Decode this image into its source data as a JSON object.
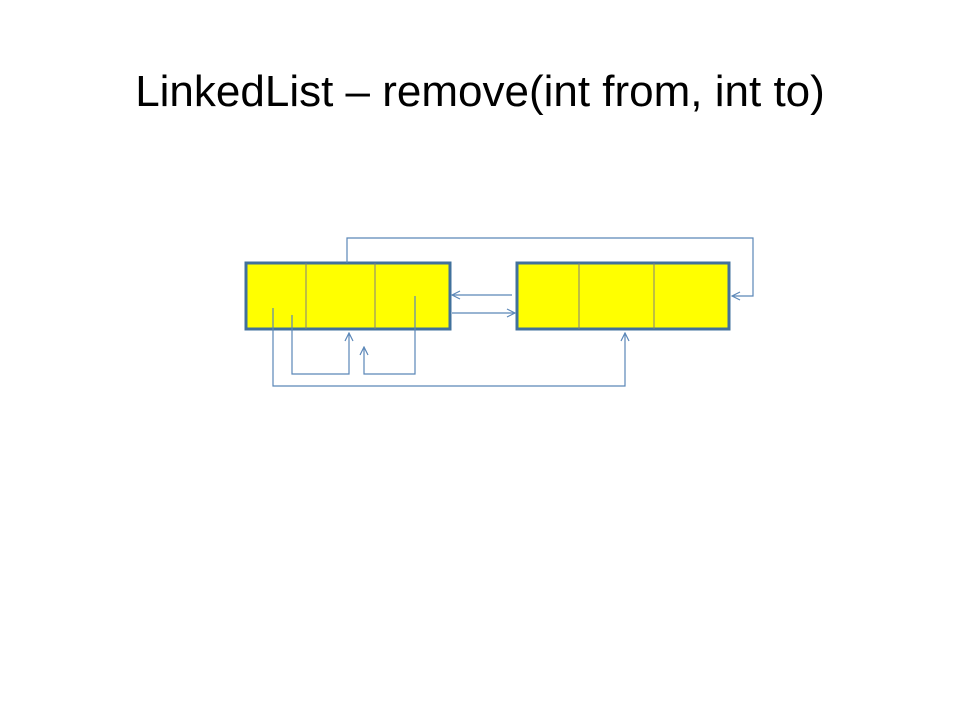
{
  "slide": {
    "title": "LinkedList – remove(int from, int to)"
  },
  "diagram": {
    "nodes": [
      {
        "id": "node-left",
        "cells": 3
      },
      {
        "id": "node-right",
        "cells": 3
      }
    ],
    "colors": {
      "node_fill": "#ffff00",
      "node_border": "#41719c",
      "connector": "#5b87b8",
      "background": "#ffffff",
      "title": "#000000"
    }
  }
}
